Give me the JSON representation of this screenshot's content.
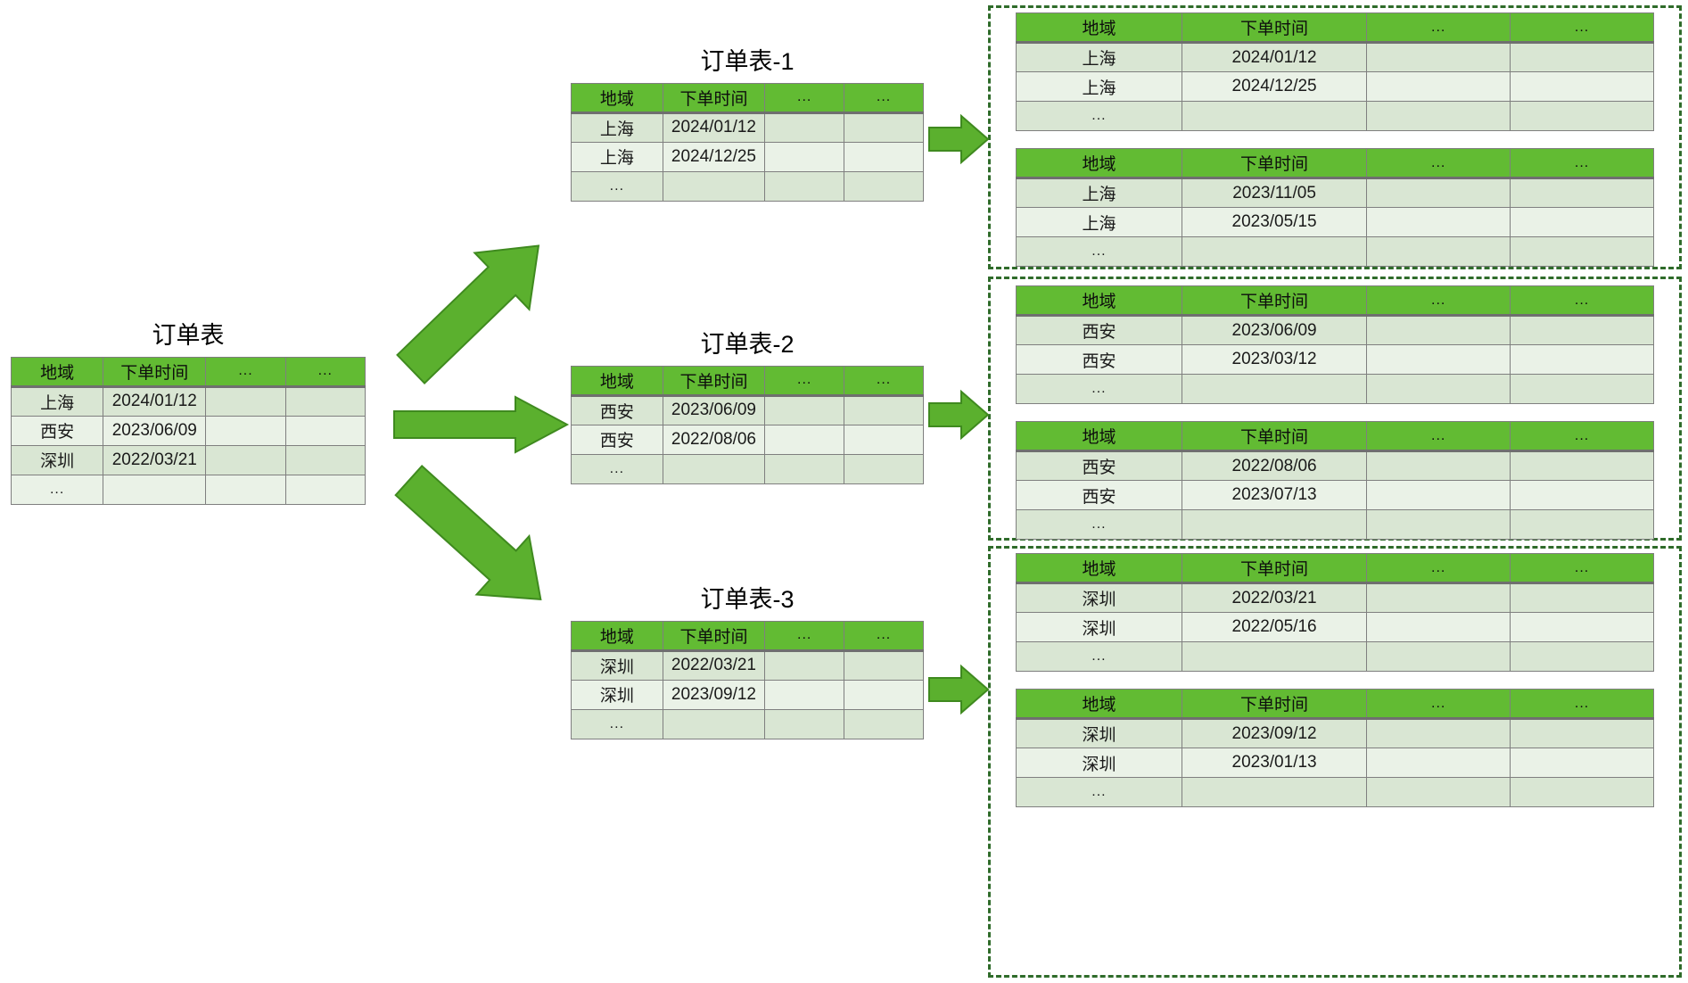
{
  "diagram": {
    "type": "table-sharding-flow",
    "headers": [
      "地域",
      "下单时间",
      "...",
      "..."
    ],
    "ellipsis": "..."
  },
  "source_table": {
    "title": "订单表",
    "headers": [
      "地域",
      "下单时间",
      "...",
      "..."
    ],
    "rows": [
      [
        "上海",
        "2024/01/12",
        "",
        ""
      ],
      [
        "西安",
        "2023/06/09",
        "",
        ""
      ],
      [
        "深圳",
        "2022/03/21",
        "",
        ""
      ],
      [
        "...",
        "",
        "",
        ""
      ]
    ]
  },
  "mid_tables": [
    {
      "title": "订单表-1",
      "headers": [
        "地域",
        "下单时间",
        "...",
        "..."
      ],
      "rows": [
        [
          "上海",
          "2024/01/12",
          "",
          ""
        ],
        [
          "上海",
          "2024/12/25",
          "",
          ""
        ],
        [
          "...",
          "",
          "",
          ""
        ]
      ]
    },
    {
      "title": "订单表-2",
      "headers": [
        "地域",
        "下单时间",
        "...",
        "..."
      ],
      "rows": [
        [
          "西安",
          "2023/06/09",
          "",
          ""
        ],
        [
          "西安",
          "2022/08/06",
          "",
          ""
        ],
        [
          "...",
          "",
          "",
          ""
        ]
      ]
    },
    {
      "title": "订单表-3",
      "headers": [
        "地域",
        "下单时间",
        "...",
        "..."
      ],
      "rows": [
        [
          "深圳",
          "2022/03/21",
          "",
          ""
        ],
        [
          "深圳",
          "2023/09/12",
          "",
          ""
        ],
        [
          "...",
          "",
          "",
          ""
        ]
      ]
    }
  ],
  "right_groups": [
    {
      "tables": [
        {
          "headers": [
            "地域",
            "下单时间",
            "...",
            "..."
          ],
          "rows": [
            [
              "上海",
              "2024/01/12",
              "",
              ""
            ],
            [
              "上海",
              "2024/12/25",
              "",
              ""
            ],
            [
              "...",
              "",
              "",
              ""
            ]
          ]
        },
        {
          "headers": [
            "地域",
            "下单时间",
            "...",
            "..."
          ],
          "rows": [
            [
              "上海",
              "2023/11/05",
              "",
              ""
            ],
            [
              "上海",
              "2023/05/15",
              "",
              ""
            ],
            [
              "...",
              "",
              "",
              ""
            ]
          ]
        }
      ]
    },
    {
      "tables": [
        {
          "headers": [
            "地域",
            "下单时间",
            "...",
            "..."
          ],
          "rows": [
            [
              "西安",
              "2023/06/09",
              "",
              ""
            ],
            [
              "西安",
              "2023/03/12",
              "",
              ""
            ],
            [
              "...",
              "",
              "",
              ""
            ]
          ]
        },
        {
          "headers": [
            "地域",
            "下单时间",
            "...",
            "..."
          ],
          "rows": [
            [
              "西安",
              "2022/08/06",
              "",
              ""
            ],
            [
              "西安",
              "2023/07/13",
              "",
              ""
            ],
            [
              "...",
              "",
              "",
              ""
            ]
          ]
        }
      ]
    },
    {
      "tables": [
        {
          "headers": [
            "地域",
            "下单时间",
            "...",
            "..."
          ],
          "rows": [
            [
              "深圳",
              "2022/03/21",
              "",
              ""
            ],
            [
              "深圳",
              "2022/05/16",
              "",
              ""
            ],
            [
              "...",
              "",
              "",
              ""
            ]
          ]
        },
        {
          "headers": [
            "地域",
            "下单时间",
            "...",
            "..."
          ],
          "rows": [
            [
              "深圳",
              "2023/09/12",
              "",
              ""
            ],
            [
              "深圳",
              "2023/01/13",
              "",
              ""
            ],
            [
              "...",
              "",
              "",
              ""
            ]
          ]
        }
      ]
    }
  ],
  "colors": {
    "header_green": "#62bb33",
    "row_light": "#eaf2e7",
    "row_dark": "#d9e6d3",
    "cell_border": "#7f7f7f",
    "arrow_fill": "#5bb02e",
    "arrow_stroke": "#3f8a1f",
    "dash_border": "#2f6b2a"
  }
}
